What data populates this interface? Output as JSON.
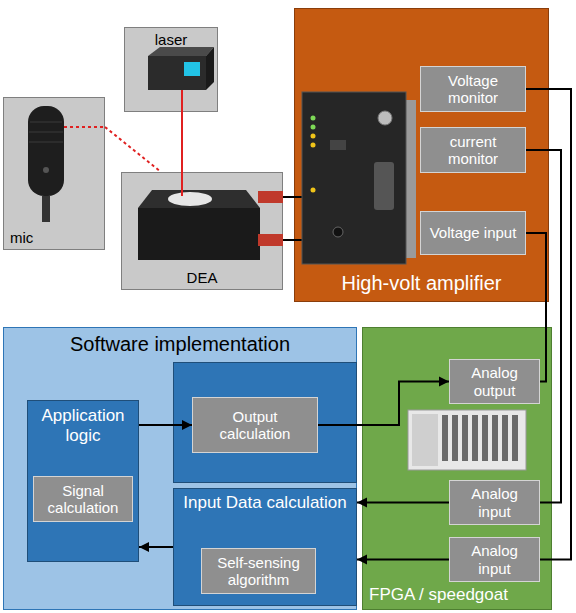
{
  "diagram": {
    "nodes": [
      {
        "text": [
          "laser"
        ]
      },
      {
        "text": [
          "mic"
        ]
      },
      {
        "text": [
          "DEA"
        ]
      },
      {
        "text": [
          "High-volt amplifier"
        ]
      },
      {
        "text": [
          "Voltage monitor"
        ],
        "in": 3
      },
      {
        "text": [
          "current monitor"
        ],
        "in": 3
      },
      {
        "text": [
          "Voltage input"
        ],
        "in": 3
      },
      {
        "text": [
          "Software implementation"
        ]
      },
      {
        "text": [
          "Application logic"
        ],
        "in": 7
      },
      {
        "text": [
          "Signal calculation"
        ],
        "in": 8
      },
      {
        "text": [
          "Output calculation"
        ],
        "in": 7
      },
      {
        "text": [
          "Input Data calculation"
        ],
        "in": 7
      },
      {
        "text": [
          "Self-sensing algorithm"
        ],
        "in": 11
      },
      {
        "text": [
          "FPGA / speedgoat"
        ]
      },
      {
        "text": [
          "Analog output"
        ],
        "in": 13
      },
      {
        "text": [
          "Analog input"
        ],
        "in": 13
      },
      {
        "text": [
          "Analog input"
        ],
        "in": 13
      }
    ],
    "edges": [
      {
        "from": 1,
        "to": 2,
        "arrow": "none"
      },
      {
        "from": 0,
        "to": 2,
        "arrow": "none"
      },
      {
        "from": 2,
        "to": 3,
        "arrow": "none"
      },
      {
        "from": 2,
        "to": 3,
        "arrow": "none"
      },
      {
        "from": 14,
        "to": 6,
        "arrow": "none"
      },
      {
        "from": 10,
        "to": 14,
        "arrow": "to"
      },
      {
        "from": 4,
        "to": 16,
        "arrow": "none"
      },
      {
        "from": 5,
        "to": 15,
        "arrow": "none"
      },
      {
        "from": 15,
        "to": 11,
        "arrow": "to"
      },
      {
        "from": 16,
        "to": 11,
        "arrow": "to"
      },
      {
        "from": 11,
        "to": 8,
        "arrow": "to"
      },
      {
        "from": 8,
        "to": 10,
        "arrow": "to"
      }
    ]
  }
}
